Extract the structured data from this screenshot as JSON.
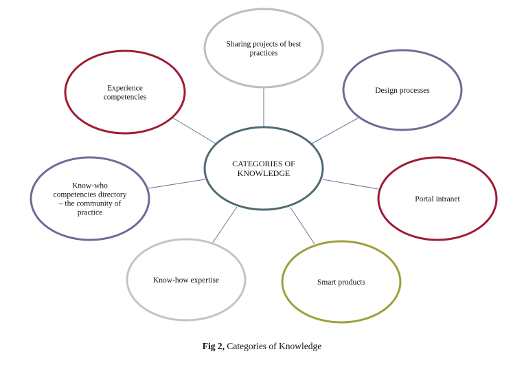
{
  "diagram": {
    "center": {
      "lines": [
        "CATEGORIES OF",
        "KNOWLEDGE"
      ],
      "stroke": "#4f6b73"
    },
    "nodes": [
      {
        "id": "sharing-projects",
        "lines": [
          "Sharing projects of best",
          "practices"
        ],
        "stroke": "#bdbdbd"
      },
      {
        "id": "design-processes",
        "lines": [
          "Design processes"
        ],
        "stroke": "#6f6a96"
      },
      {
        "id": "portal-intranet",
        "lines": [
          "Portal intranet"
        ],
        "stroke": "#9e1b32"
      },
      {
        "id": "smart-products",
        "lines": [
          "Smart products"
        ],
        "stroke": "#9ea03a"
      },
      {
        "id": "know-how-expertise",
        "lines": [
          "Know-how expertise"
        ],
        "stroke": "#c4c4c4"
      },
      {
        "id": "know-who-directory",
        "lines": [
          "Know-who",
          "competencies directory",
          "– the community of",
          "practice"
        ],
        "stroke": "#6f6a96"
      },
      {
        "id": "experience-competencies",
        "lines": [
          "Experience",
          "competencies"
        ],
        "stroke": "#9e1b32"
      }
    ],
    "connector_color": "#6e6e96"
  },
  "caption": {
    "bold": "Fig 2,",
    "text": " Categories of Knowledge"
  }
}
